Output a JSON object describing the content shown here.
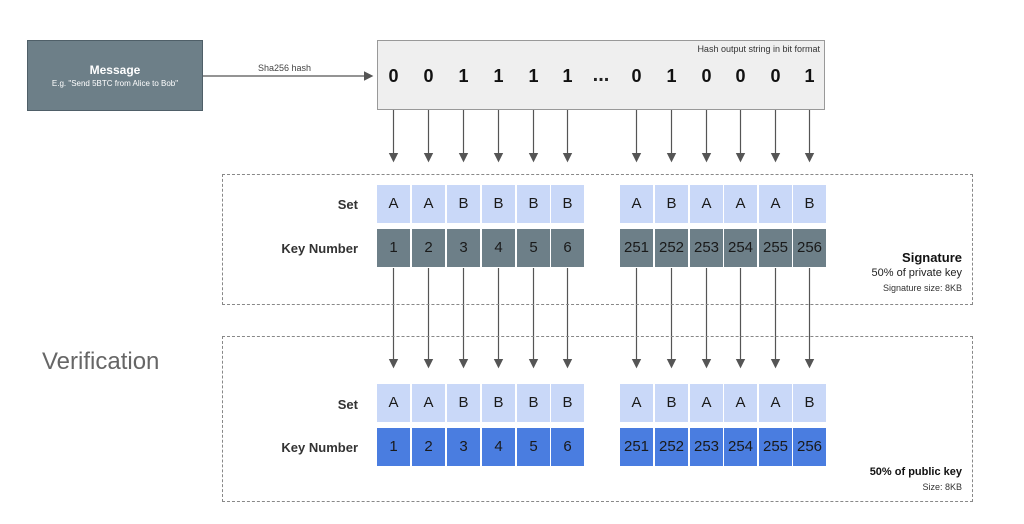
{
  "message": {
    "title": "Message",
    "subtitle": "E.g. \"Send 5BTC from Alice to Bob\""
  },
  "hash_label": "Sha256 hash",
  "hash_box": {
    "title": "Hash output string in bit format",
    "bits_start": [
      "0",
      "0",
      "1",
      "1",
      "1",
      "1"
    ],
    "ellipsis": "...",
    "bits_end": [
      "0",
      "1",
      "0",
      "0",
      "0",
      "1"
    ]
  },
  "signature": {
    "set_label": "Set",
    "key_label": "Key Number",
    "sets_start": [
      "A",
      "A",
      "B",
      "B",
      "B",
      "B"
    ],
    "keys_start": [
      "1",
      "2",
      "3",
      "4",
      "5",
      "6"
    ],
    "sets_end": [
      "A",
      "B",
      "A",
      "A",
      "A",
      "B"
    ],
    "keys_end": [
      "251",
      "252",
      "253",
      "254",
      "255",
      "256"
    ],
    "title": "Signature",
    "line1": "50% of private key",
    "line2": "Signature size: 8KB"
  },
  "verification_label": "Verification",
  "public": {
    "set_label": "Set",
    "key_label": "Key Number",
    "sets_start": [
      "A",
      "A",
      "B",
      "B",
      "B",
      "B"
    ],
    "keys_start": [
      "1",
      "2",
      "3",
      "4",
      "5",
      "6"
    ],
    "sets_end": [
      "A",
      "B",
      "A",
      "A",
      "A",
      "B"
    ],
    "keys_end": [
      "251",
      "252",
      "253",
      "254",
      "255",
      "256"
    ],
    "title": "50% of public key",
    "line1": "Size: 8KB"
  },
  "colors": {
    "message_bg": "#6d7f88",
    "set_bg": "#c9d8f8",
    "private_key_bg": "#6d7f88",
    "public_key_bg": "#4a7de0",
    "arrow": "#555555"
  }
}
